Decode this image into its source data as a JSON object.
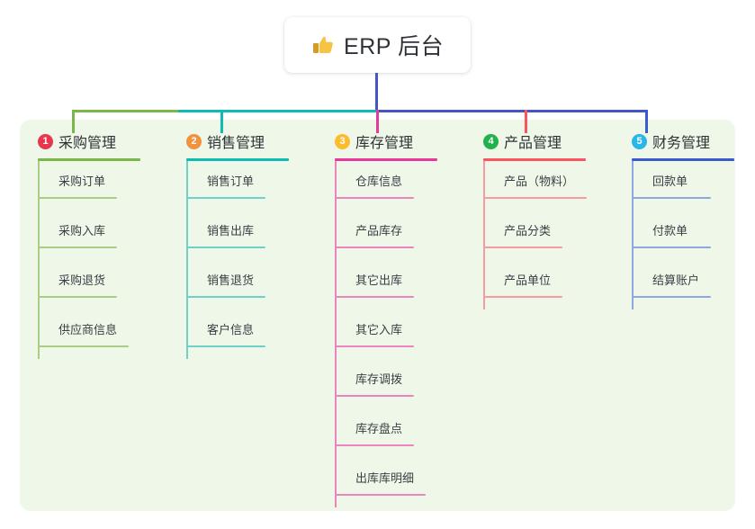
{
  "root": {
    "icon": "thumbs-up-icon",
    "title": "ERP 后台"
  },
  "colors": {
    "panel_background": "#eef7e8",
    "page_background": "#ffffff",
    "title_text": "#2f3338",
    "root_connector": "#4655c4"
  },
  "columns": [
    {
      "number": "1",
      "title": "采购管理",
      "badge_color": "#e8364f",
      "line_color": "#7ab648",
      "item_line_color": "#a9cd84",
      "items": [
        "采购订单",
        "采购入库",
        "采购退货",
        "供应商信息"
      ]
    },
    {
      "number": "2",
      "title": "销售管理",
      "badge_color": "#f0923e",
      "line_color": "#0fbcb2",
      "item_line_color": "#6fd0c8",
      "items": [
        "销售订单",
        "销售出库",
        "销售退货",
        "客户信息"
      ]
    },
    {
      "number": "3",
      "title": "库存管理",
      "badge_color": "#fbbc2e",
      "line_color": "#e5399c",
      "item_line_color": "#ec84bd",
      "items": [
        "仓库信息",
        "产品库存",
        "其它出库",
        "其它入库",
        "库存调拨",
        "库存盘点",
        "出库库明细"
      ]
    },
    {
      "number": "4",
      "title": "产品管理",
      "badge_color": "#21b24b",
      "line_color": "#fa5460",
      "item_line_color": "#f79ba0",
      "items": [
        "产品（物料）",
        "产品分类",
        "产品单位"
      ]
    },
    {
      "number": "5",
      "title": "财务管理",
      "badge_color": "#29b6e8",
      "line_color": "#3a5bd0",
      "item_line_color": "#8ea7e0",
      "items": [
        "回款单",
        "付款单",
        "结算账户"
      ]
    }
  ],
  "connectors": {
    "segments": [
      {
        "name": "trunk-to-col1-col2",
        "color": "#7ab648"
      },
      {
        "name": "col2-to-col3",
        "color": "#0fbcb2"
      },
      {
        "name": "col3-to-col5",
        "color": "#4655c4"
      }
    ],
    "drops": [
      {
        "name": "drop-col1",
        "color": "#7ab648"
      },
      {
        "name": "drop-col2",
        "color": "#0fbcb2"
      },
      {
        "name": "drop-col3",
        "color": "#e5399c"
      },
      {
        "name": "drop-col4",
        "color": "#fa5460"
      },
      {
        "name": "drop-col5",
        "color": "#3a5bd0"
      }
    ]
  }
}
